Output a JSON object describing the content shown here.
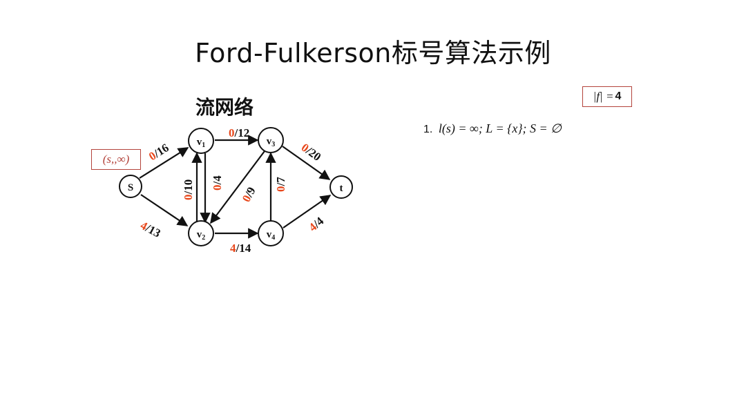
{
  "title": "Ford-Fulkerson标号算法示例",
  "subtitle": "流网络",
  "flow_value": {
    "prefix": "|f| =",
    "value": "4"
  },
  "step": {
    "number": "1.",
    "text": "l(s) = ∞; L = {x}; S = ∅"
  },
  "source_label": "(s,,∞)",
  "nodes": {
    "s": "S",
    "v1": "v1",
    "v2": "v2",
    "v3": "v3",
    "v4": "v4",
    "t": "t"
  },
  "edges": {
    "s_v1": {
      "flow": "0",
      "cap": "/16"
    },
    "s_v2": {
      "flow": "4",
      "cap": "/13"
    },
    "v1_v3": {
      "flow": "0",
      "cap": "/12"
    },
    "v2_v1": {
      "flow": "0",
      "cap": "/10"
    },
    "v1_v2": {
      "flow": "0",
      "cap": "/4"
    },
    "v3_v2": {
      "flow": "0",
      "cap": "/9"
    },
    "v2_v4": {
      "flow": "4",
      "cap": "/14"
    },
    "v4_v3": {
      "flow": "0",
      "cap": "/7"
    },
    "v3_t": {
      "flow": "0",
      "cap": "/20"
    },
    "v4_t": {
      "flow": "4",
      "cap": "/4"
    }
  },
  "colors": {
    "flow": "#e8481c",
    "box_border": "#b3423a"
  }
}
